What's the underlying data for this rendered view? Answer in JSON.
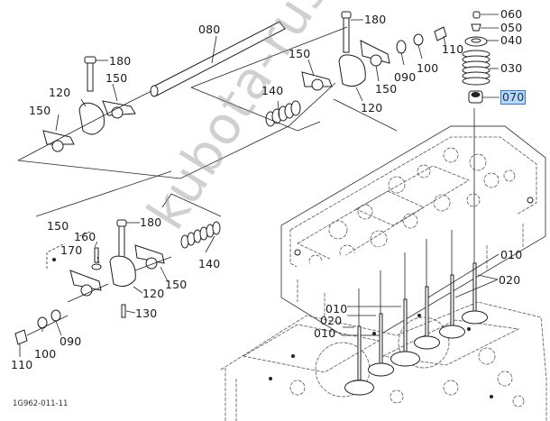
{
  "diagram": {
    "title_code": "1G962-011-11",
    "watermark": "kubota-rus",
    "accent_color": "#2d7be0",
    "selected_part": "070",
    "callouts": {
      "p060": "060",
      "p050": "050",
      "p040": "040",
      "p030": "030",
      "p070": "070",
      "top_180": "180",
      "top_110": "110",
      "top_100": "100",
      "top_090": "090",
      "top_150b": "150",
      "top_150a": "150",
      "top_120": "120",
      "p080": "080",
      "mid_140": "140",
      "left_180": "180",
      "left_150a": "150",
      "left_150b": "150",
      "left_120": "120",
      "bl_150": "150",
      "bl_160": "160",
      "bl_170": "170",
      "bl_180": "180",
      "bl_140": "140",
      "bl_150b": "150",
      "bl_120": "120",
      "bl_130": "130",
      "bl_090": "090",
      "bl_100": "100",
      "bl_110": "110",
      "v_010a": "010",
      "v_020a": "020",
      "v_010b": "010",
      "v_020b": "020",
      "v_010c": "010"
    }
  }
}
